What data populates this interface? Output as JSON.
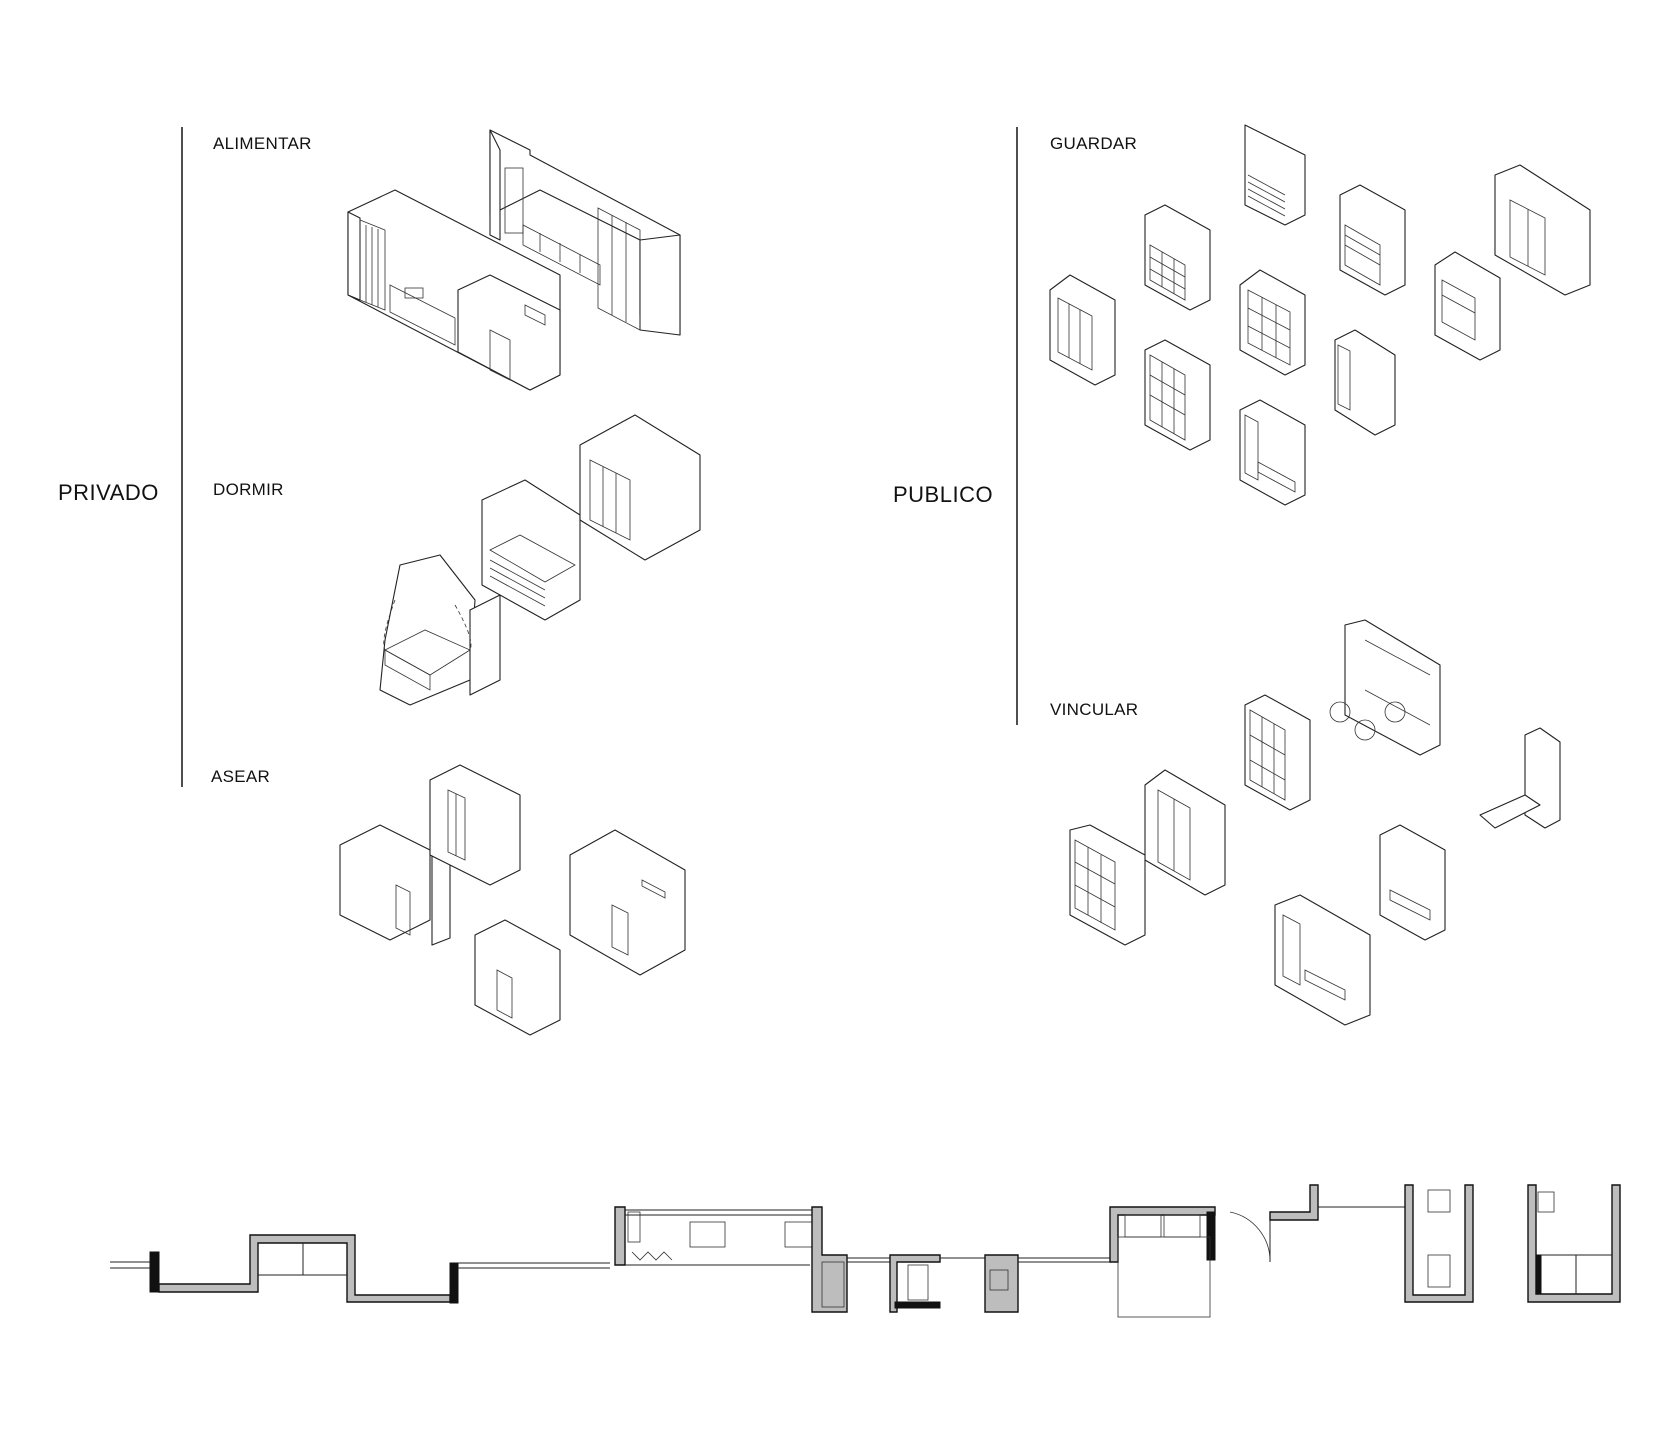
{
  "zones": {
    "private": {
      "title": "PRIVADO"
    },
    "public": {
      "title": "PUBLICO"
    }
  },
  "categories": {
    "alimentar": "ALIMENTAR",
    "dormir": "DORMIR",
    "asear": "ASEAR",
    "guardar": "GUARDAR",
    "vincular": "VINCULAR"
  },
  "style": {
    "line_color": "#222222",
    "wall_fill": "#bdbdbd",
    "background": "#ffffff"
  }
}
